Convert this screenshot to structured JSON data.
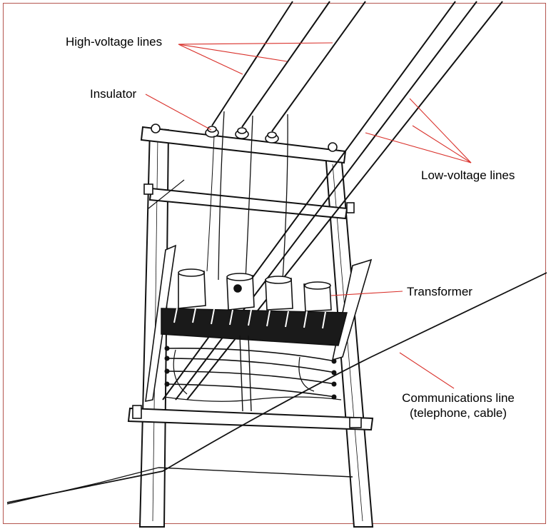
{
  "labels": {
    "high_voltage": "High-voltage lines",
    "insulator": "Insulator",
    "low_voltage": "Low-voltage lines",
    "transformer": "Transformer",
    "communications_line1": "Communications line",
    "communications_line2": "(telephone, cable)"
  },
  "colors": {
    "leader": "#d9302a",
    "ink": "#111111",
    "frame": "#b4564f"
  }
}
